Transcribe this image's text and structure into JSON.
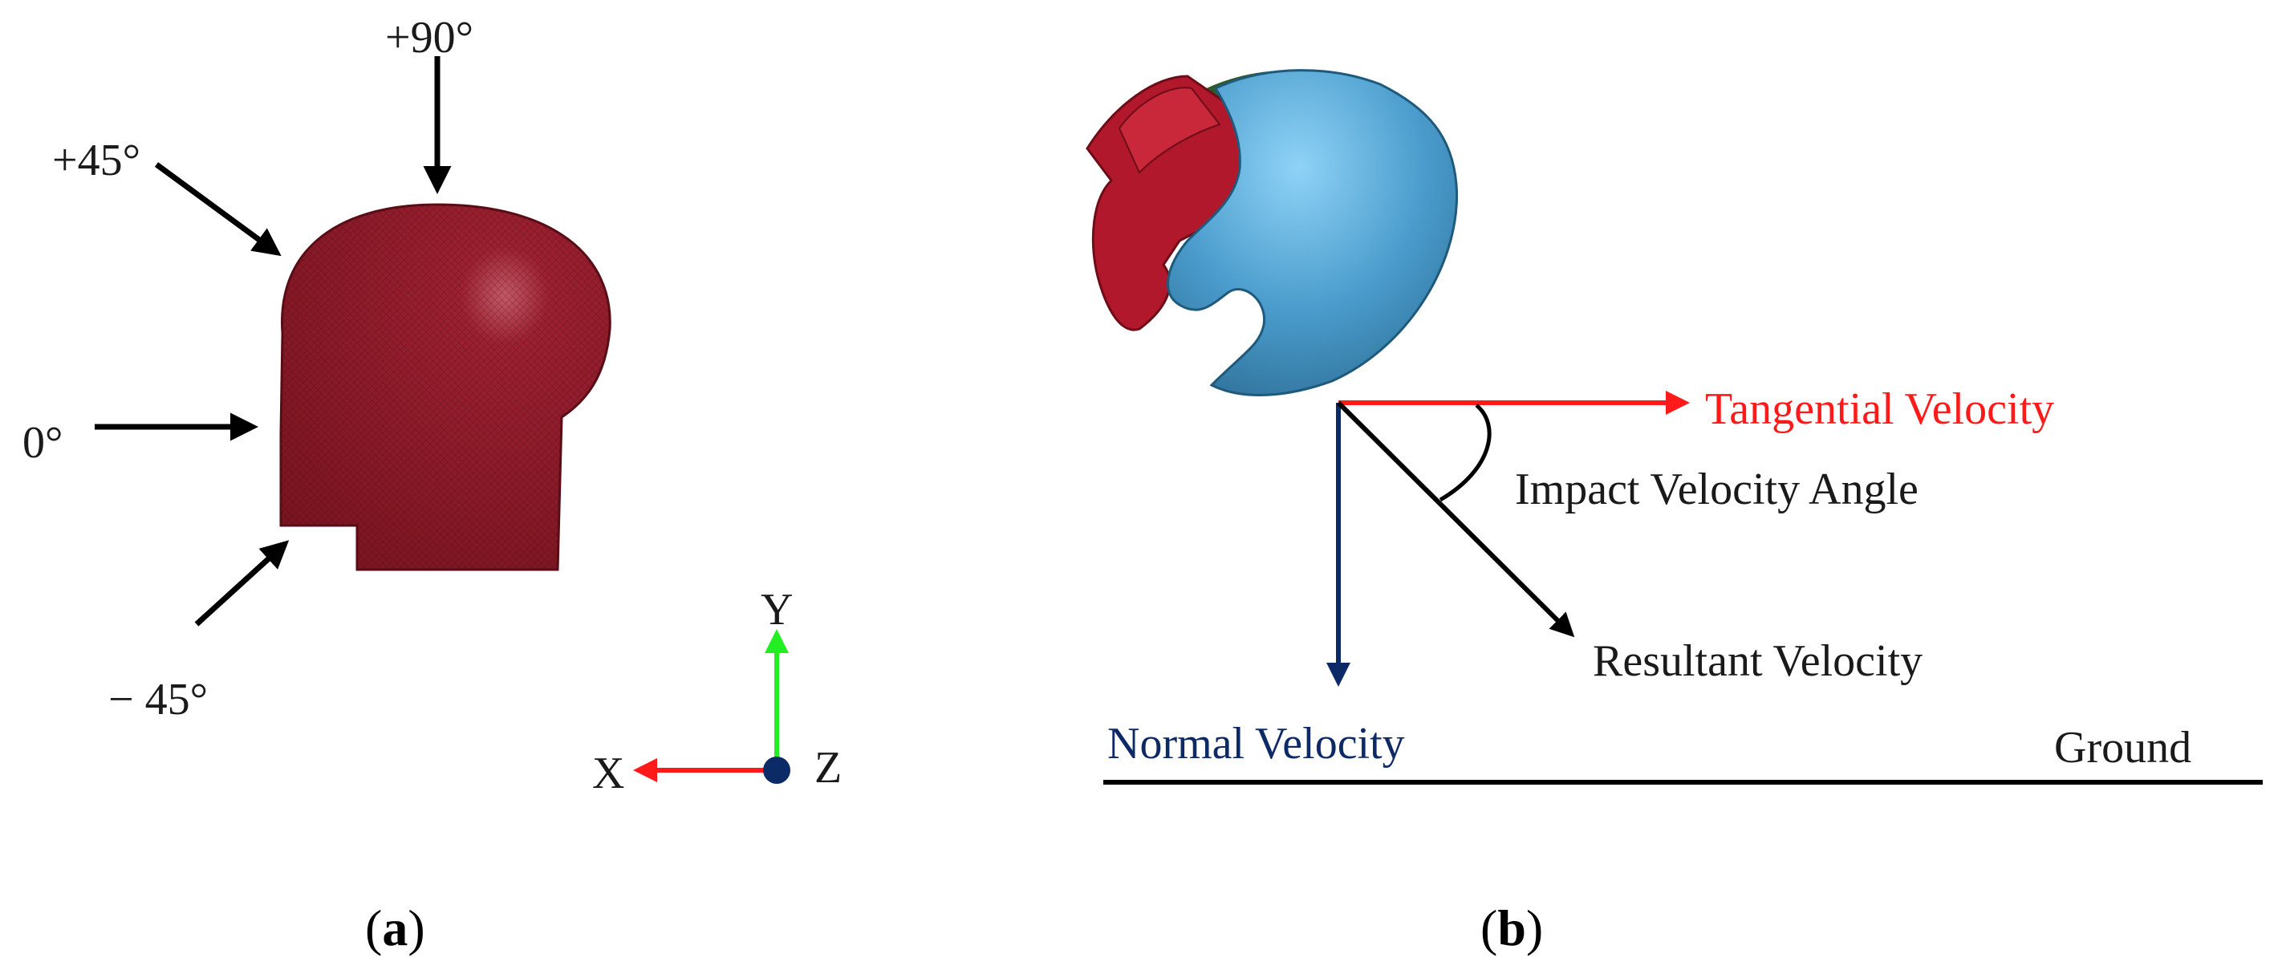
{
  "panel_a": {
    "caption": {
      "open": "(",
      "letter": "a",
      "close": ")"
    },
    "angles": {
      "plus90": "+90°",
      "plus45": "+45°",
      "zero": "0°",
      "minus45": "− 45°"
    },
    "axes": {
      "x": "X",
      "y": "Y",
      "z": "Z"
    },
    "colors": {
      "head": "#8b1a24",
      "x_axis": "#ff1a1a",
      "y_axis": "#22ee22",
      "z_axis": "#0b2a66"
    }
  },
  "panel_b": {
    "caption": {
      "open": "(",
      "letter": "b",
      "close": ")"
    },
    "labels": {
      "tangential": "Tangential Velocity",
      "impact_angle": "Impact Velocity Angle",
      "resultant": "Resultant Velocity",
      "normal": "Normal Velocity",
      "ground": "Ground"
    },
    "colors": {
      "tangential": "#ff1a1a",
      "normal": "#0e2a66",
      "helmet_shell": "#3d8fc0",
      "head": "#b2182b"
    }
  }
}
